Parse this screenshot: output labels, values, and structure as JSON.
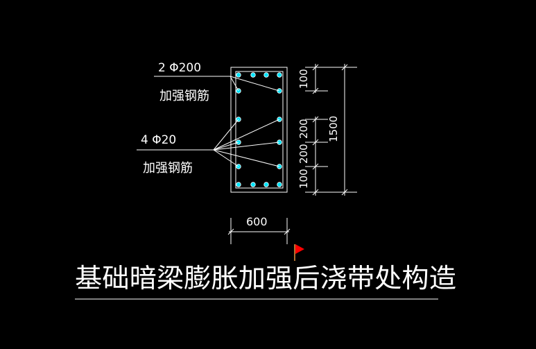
{
  "leaders": [
    {
      "spec": "2 Φ200",
      "label": "加强钢筋"
    },
    {
      "spec": "4 Φ20",
      "label": "加强钢筋"
    }
  ],
  "dimensions": {
    "vertical": [
      "100",
      "200",
      "200",
      "100"
    ],
    "total_height": "1500",
    "width": "600"
  },
  "title": "基础暗梁膨胀加强后浇带处构造",
  "colors": {
    "background": "#000000",
    "line": "#ffffff",
    "rebar": "#00e5ff",
    "flag": "#ff0000"
  }
}
